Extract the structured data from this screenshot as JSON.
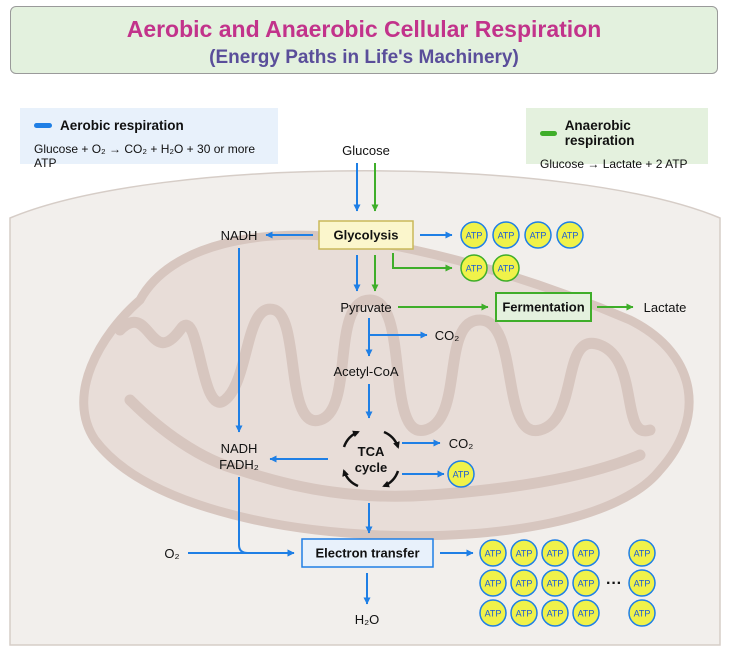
{
  "title": "Aerobic and Anaerobic Cellular Respiration",
  "subtitle": "(Energy Paths in Life's Machinery)",
  "legend": {
    "aerobic": {
      "label": "Aerobic respiration",
      "equation": "Glucose + O₂ → CO₂ + H₂O + 30 or more ATP",
      "color": "#1f7fe5"
    },
    "anaerobic": {
      "label": "Anaerobic respiration",
      "equation": "Glucose → Lactate + 2 ATP",
      "color": "#3fae2a"
    }
  },
  "nodes": {
    "glucose": "Glucose",
    "glycolysis": "Glycolysis",
    "nadh": "NADH",
    "pyruvate": "Pyruvate",
    "fermentation": "Fermentation",
    "lactate": "Lactate",
    "co2_a": "CO₂",
    "acetyl_coa": "Acetyl-CoA",
    "nadh_fadh_line1": "NADH",
    "nadh_fadh_line2": "FADH₂",
    "tca_line1": "TCA",
    "tca_line2": "cycle",
    "co2_b": "CO₂",
    "o2": "O₂",
    "electron_transfer": "Electron transfer",
    "h2o": "H₂O",
    "ellipsis": "···"
  },
  "atp_label": "ATP",
  "colors": {
    "aerobic": "#1f7fe5",
    "anaerobic": "#3fae2a",
    "atp_fill": "#f0f24a",
    "glycolysis_fill": "#fbf6cc",
    "mito": "#dfcdc7",
    "cell": "#f2efec"
  }
}
